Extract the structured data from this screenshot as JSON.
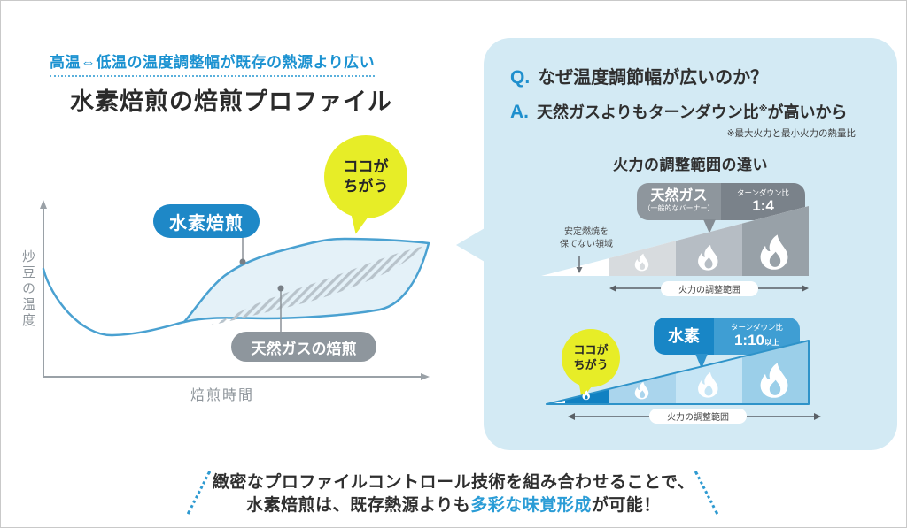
{
  "left": {
    "tagline": "高温⇔低温の温度調整幅が既存の熱源より広い",
    "title": "水素焙煎の焙煎プロファイル",
    "chart": {
      "y_axis_label": "炒豆の温度",
      "x_axis_label": "焙煎時間",
      "hydrogen_label": "水素焙煎",
      "gas_label": "天然ガスの焙煎",
      "callout_line1": "ココが",
      "callout_line2": "ちがう"
    }
  },
  "panel": {
    "q_prefix": "Q.",
    "q_text": "なぜ温度調節幅が広いのか？",
    "a_prefix": "A.",
    "a_text_pre": "天然ガスよりもターンダウン比",
    "a_ref_mark": "※",
    "a_text_post": "が高いから",
    "a_note": "※最大火力と最小火力の熱量比",
    "diagram_title": "火力の調整範囲の違い",
    "gas": {
      "name": "天然ガス",
      "name_sub": "（一般的なバーナー）",
      "turndown_label": "ターンダウン比",
      "turndown_value": "1:4",
      "unstable_line1": "安定燃焼を",
      "unstable_line2": "保てない領域",
      "range_label": "火力の調整範囲"
    },
    "hydrogen": {
      "name": "水素",
      "turndown_label": "ターンダウン比",
      "turndown_value": "1:10",
      "turndown_suffix": "以上",
      "callout_line1": "ココが",
      "callout_line2": "ちがう",
      "range_label": "火力の調整範囲"
    }
  },
  "footer": {
    "line1": "緻密なプロファイルコントロール技術を組み合わせることで、",
    "line2_pre": "水素焙煎は、既存熱源よりも",
    "line2_highlight": "多彩な味覚形成",
    "line2_post": "が可能！"
  },
  "colors": {
    "accent_blue": "#1e88c7",
    "panel_blue": "#d3eaf4",
    "highlight_yellow": "#e7ed27",
    "gas_gray": "#8e969d",
    "text_dark": "#2f2f2f"
  }
}
